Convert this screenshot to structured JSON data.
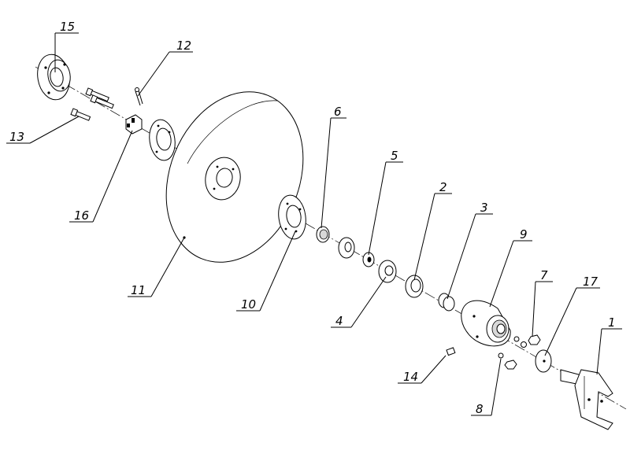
{
  "parts": [
    {
      "id": "callout-1",
      "label": "1"
    },
    {
      "id": "callout-2",
      "label": "2"
    },
    {
      "id": "callout-3",
      "label": "3"
    },
    {
      "id": "callout-4",
      "label": "4"
    },
    {
      "id": "callout-5",
      "label": "5"
    },
    {
      "id": "callout-6",
      "label": "6"
    },
    {
      "id": "callout-7",
      "label": "7"
    },
    {
      "id": "callout-8",
      "label": "8"
    },
    {
      "id": "callout-9",
      "label": "9"
    },
    {
      "id": "callout-10",
      "label": "10"
    },
    {
      "id": "callout-11",
      "label": "11"
    },
    {
      "id": "callout-12",
      "label": "12"
    },
    {
      "id": "callout-13",
      "label": "13"
    },
    {
      "id": "callout-14",
      "label": "14"
    },
    {
      "id": "callout-15",
      "label": "15"
    },
    {
      "id": "callout-16",
      "label": "16"
    },
    {
      "id": "callout-17",
      "label": "17"
    }
  ]
}
